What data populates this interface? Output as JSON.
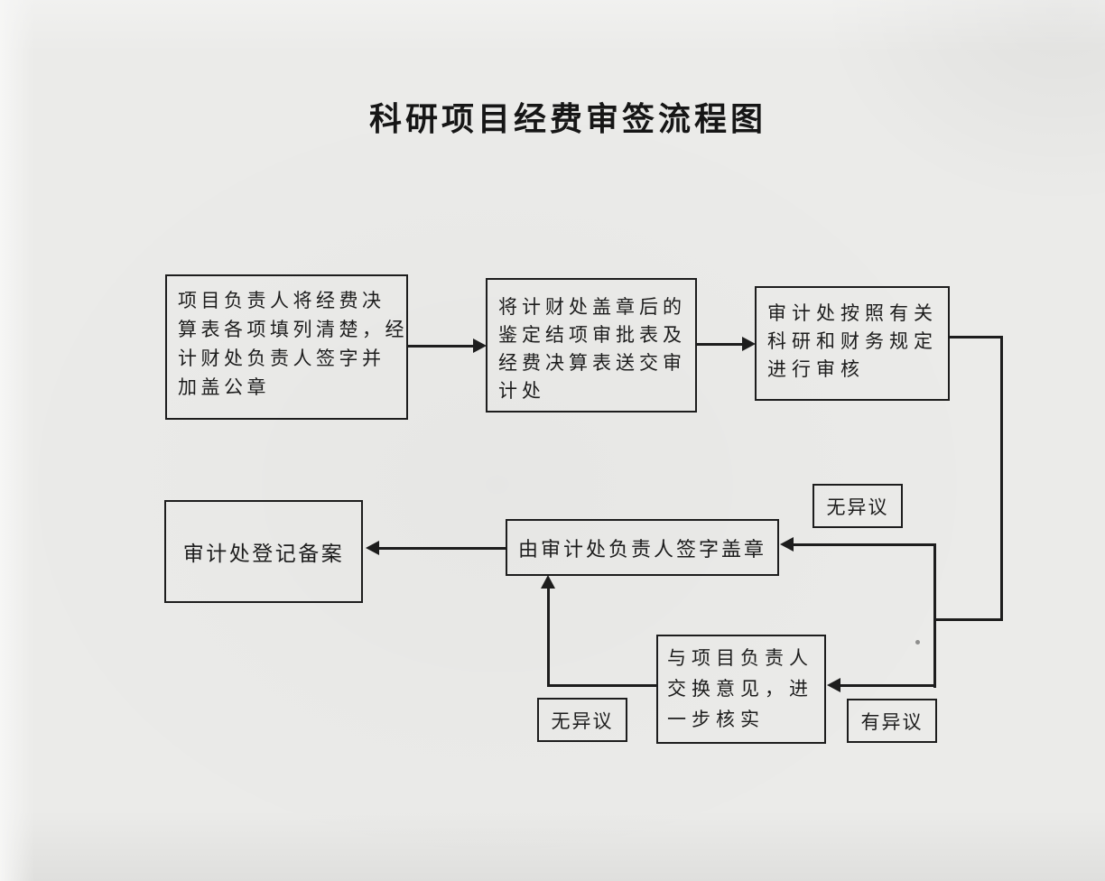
{
  "title": "科研项目经费审签流程图",
  "nodes": {
    "fill_form": {
      "text": "项目负责人将经费决算表各项填列清楚，经计财处负责人签字并加盖公章",
      "lines": [
        "项目负责人将经费决",
        "算表各项填列清楚，经",
        "计财处负责人签字并",
        "加盖公章"
      ]
    },
    "submit_audit": {
      "text": "将计财处盖章后的鉴定结项审批表及经费决算表送交审计处",
      "lines": [
        "将计财处盖章后的",
        "鉴定结项审批表及",
        "经费决算表送交审",
        "计处"
      ]
    },
    "audit_review": {
      "text": "审计处按照有关科研和财务规定进行审核",
      "lines": [
        "审计处按照有关",
        "科研和财务规定",
        "进行审核"
      ]
    },
    "sign_seal": {
      "text": "由审计处负责人签字盖章"
    },
    "register": {
      "text": "审计处登记备案"
    },
    "exchange": {
      "text": "与项目负责人交换意见，进一步核实",
      "lines": [
        "与项目负责人",
        "交换意见，进",
        "一步核实"
      ]
    }
  },
  "labels": {
    "no_objection_upper": "无异议",
    "no_objection_lower": "无异议",
    "objection": "有异议"
  },
  "colors": {
    "ink": "#1d1d1d",
    "paper": "#ebebe9"
  }
}
